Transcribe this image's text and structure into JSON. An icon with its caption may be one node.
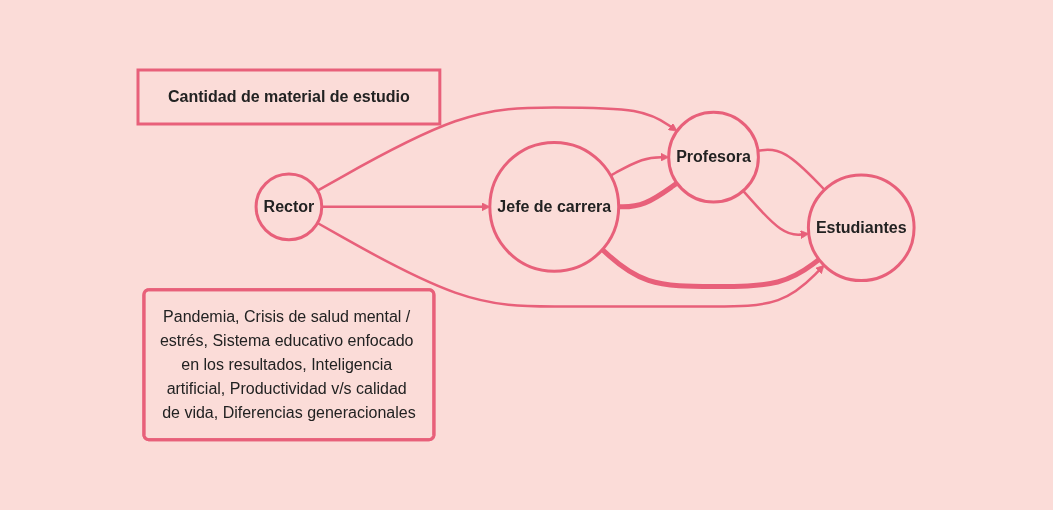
{
  "diagram": {
    "nodes": [
      {
        "text": [
          "Cantidad de material de estudio"
        ]
      },
      {
        "text": [
          "Profesora"
        ]
      },
      {
        "text": [
          "Estudiantes"
        ]
      },
      {
        "text": [
          "Jefe de carrera"
        ]
      },
      {
        "text": [
          "Rector"
        ]
      },
      {
        "text": [
          "Pandemia, Crisis de salud mental / estrés, Sistema educativo enfocado en los resultados, Inteligencia artificial, Productividad v/s calidad de vida, Diferencias generacionales"
        ]
      }
    ],
    "edges": [
      {
        "from": 1,
        "to": 2,
        "arrow": "none"
      },
      {
        "from": 1,
        "to": 2,
        "arrow": "to"
      },
      {
        "from": 4,
        "to": 1,
        "arrow": "to"
      },
      {
        "from": 3,
        "to": 1,
        "arrow": "to"
      },
      {
        "from": 3,
        "to": 1,
        "arrow": "none",
        "style": "thick"
      },
      {
        "from": 3,
        "to": 2,
        "arrow": "none",
        "style": "thick"
      },
      {
        "from": 4,
        "to": 2,
        "arrow": "to"
      },
      {
        "from": 4,
        "to": 3,
        "arrow": "to"
      }
    ]
  }
}
